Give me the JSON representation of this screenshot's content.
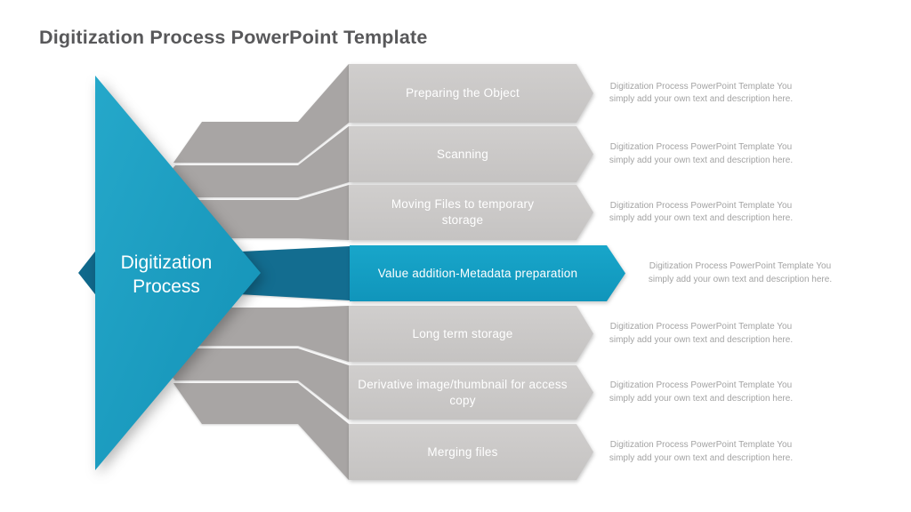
{
  "title": "Digitization Process PowerPoint Template",
  "center_label": "Digitization\nProcess",
  "steps": [
    {
      "label": "Preparing the Object",
      "description": "Digitization Process PowerPoint Template You\nsimply add your own text and description here.",
      "highlighted": false
    },
    {
      "label": "Scanning",
      "description": "Digitization Process PowerPoint Template You\nsimply add your own text and description here.",
      "highlighted": false
    },
    {
      "label": "Moving Files to temporary\nstorage",
      "description": "Digitization Process PowerPoint Template You\nsimply add your own text and description here.",
      "highlighted": false
    },
    {
      "label": "Value addition-Metadata preparation",
      "description": "Digitization Process PowerPoint Template You\nsimply add your own text and description here.",
      "highlighted": true
    },
    {
      "label": "Long term storage",
      "description": "Digitization Process PowerPoint Template You\nsimply add your own text and description here.",
      "highlighted": false
    },
    {
      "label": "Derivative image/thumbnail for access\ncopy",
      "description": "Digitization Process PowerPoint Template You\nsimply add your own text and description here.",
      "highlighted": false
    },
    {
      "label": "Merging files",
      "description": "Digitization Process PowerPoint Template You\nsimply add your own text and description here.",
      "highlighted": false
    }
  ],
  "colors": {
    "title_text": "#58585a",
    "band_gray": "#a8a5a4",
    "arrow_gray_top": "#d0cecd",
    "arrow_gray_bottom": "#c5c3c2",
    "teal_top": "#18a6ca",
    "teal_bottom": "#1095bb",
    "teal_dark_band": "#136d90",
    "diamond_teal": "#10698c",
    "triangle_start": "#25a8ca",
    "triangle_end": "#1391b6",
    "label_text": "#ffffff",
    "desc_text": "#a3a3a3"
  }
}
